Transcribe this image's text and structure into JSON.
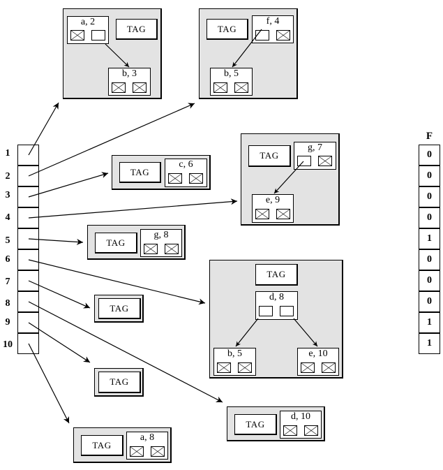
{
  "hash_table": {
    "indices": [
      "1",
      "2",
      "3",
      "4",
      "5",
      "6",
      "7",
      "8",
      "9",
      "10"
    ]
  },
  "flag_table": {
    "header": "F",
    "values": [
      "0",
      "0",
      "0",
      "0",
      "1",
      "0",
      "0",
      "0",
      "1",
      "1"
    ]
  },
  "tag_label": "TAG",
  "structures": {
    "s1": {
      "tag": "TAG",
      "root": "a, 2",
      "child": "b, 3"
    },
    "s2": {
      "tag": "TAG",
      "root": "f, 4",
      "child": "b, 5"
    },
    "s3": {
      "tag": "TAG",
      "node": "c, 6"
    },
    "s4": {
      "tag": "TAG",
      "root": "g, 7",
      "child": "e, 9"
    },
    "s5": {
      "tag": "TAG",
      "node": "g, 8"
    },
    "s6": {
      "tag": "TAG",
      "root": "d, 8",
      "left": "b, 5",
      "right": "e, 10"
    },
    "s7": {
      "tag": "TAG"
    },
    "s8": {
      "tag": "TAG"
    },
    "s9": {
      "tag": "TAG",
      "node": "d, 10"
    },
    "s10": {
      "tag": "TAG",
      "node": "a, 8"
    }
  }
}
